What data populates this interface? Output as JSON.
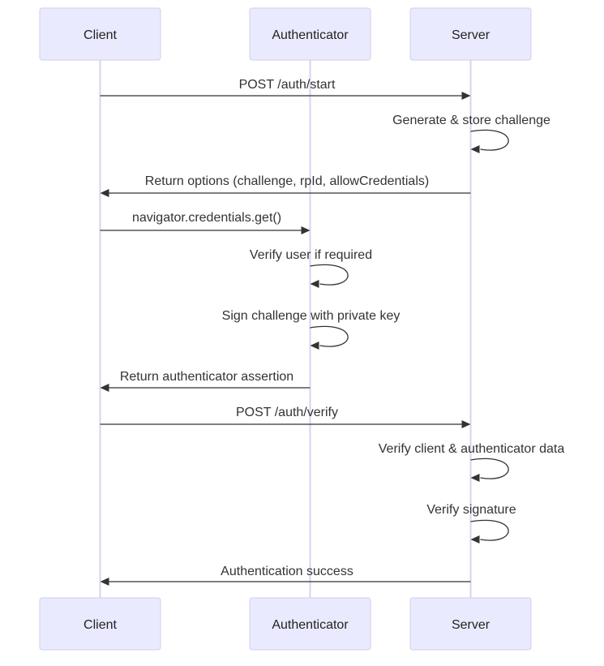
{
  "participants": [
    {
      "id": "client",
      "label": "Client"
    },
    {
      "id": "authenticator",
      "label": "Authenticator"
    },
    {
      "id": "server",
      "label": "Server"
    }
  ],
  "messages": [
    {
      "from": "client",
      "to": "server",
      "text": "POST /auth/start"
    },
    {
      "from": "server",
      "to": "server",
      "text": "Generate & store challenge"
    },
    {
      "from": "server",
      "to": "client",
      "text": "Return options (challenge, rpId, allowCredentials)"
    },
    {
      "from": "client",
      "to": "authenticator",
      "text": "navigator.credentials.get()"
    },
    {
      "from": "authenticator",
      "to": "authenticator",
      "text": "Verify user if required"
    },
    {
      "from": "authenticator",
      "to": "authenticator",
      "text": "Sign challenge with private key"
    },
    {
      "from": "authenticator",
      "to": "client",
      "text": "Return authenticator assertion"
    },
    {
      "from": "client",
      "to": "server",
      "text": "POST /auth/verify"
    },
    {
      "from": "server",
      "to": "server",
      "text": "Verify client & authenticator data"
    },
    {
      "from": "server",
      "to": "server",
      "text": "Verify signature"
    },
    {
      "from": "server",
      "to": "client",
      "text": "Authentication success"
    }
  ]
}
